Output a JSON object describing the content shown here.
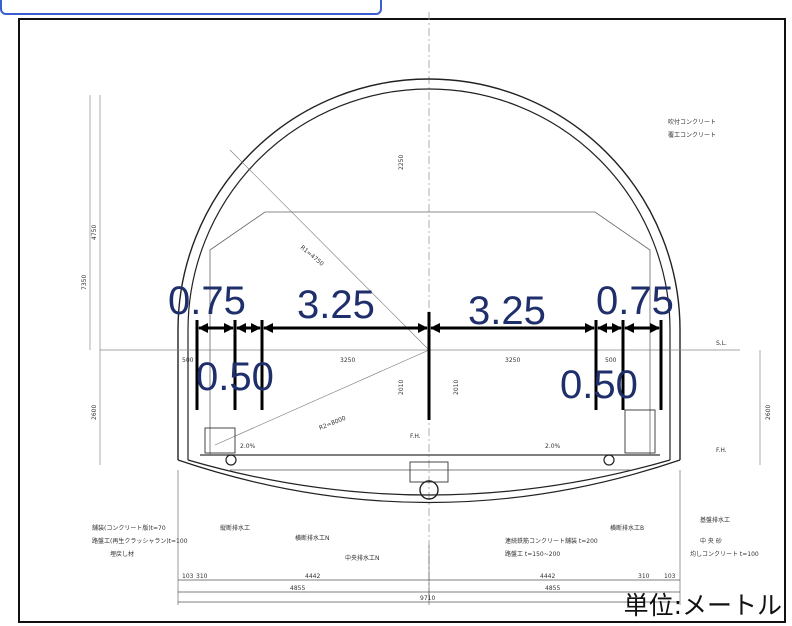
{
  "dims": {
    "left_shoulder": "0.75",
    "left_lane": "3.25",
    "right_lane": "3.25",
    "right_shoulder": "0.75",
    "left_sidewalk": "0.50",
    "right_sidewalk": "0.50"
  },
  "unit_label": "単位:メートル",
  "drawing": {
    "labels_right": [
      "吹付コンクリート",
      "覆工コンクリート"
    ],
    "labels_bottom_left": [
      "舗装(コンクリート版)t=70",
      "路盤工(再生クラッシャラン)t=100",
      "埋戻し材"
    ],
    "labels_bottom_mid": [
      "縦断排水工",
      "横断排水工N",
      "中央排水工N",
      "連続鉄筋コンクリート舗装 t=200",
      "路盤工 t=150~200"
    ],
    "labels_bottom_right": [
      "横断排水工B",
      "中 央 砂",
      "均しコンクリート t=100",
      "基盤排水工"
    ],
    "bottom_dims": [
      "103",
      "310",
      "4442",
      "4442",
      "310",
      "103",
      "4855",
      "4855",
      "9710"
    ],
    "road_dims": [
      "3250",
      "3250",
      "500",
      "500"
    ],
    "other_labels": [
      "S.L.",
      "F.H.",
      "F.H.",
      "2.0%",
      "2.0%",
      "R1=4750",
      "R2=8000",
      "2600",
      "2010",
      "2010",
      "2600",
      "7350",
      "4750",
      "2250"
    ]
  },
  "colors": {
    "dimension_text": "#1f2f6b",
    "tab_border": "#3a5fd0"
  }
}
